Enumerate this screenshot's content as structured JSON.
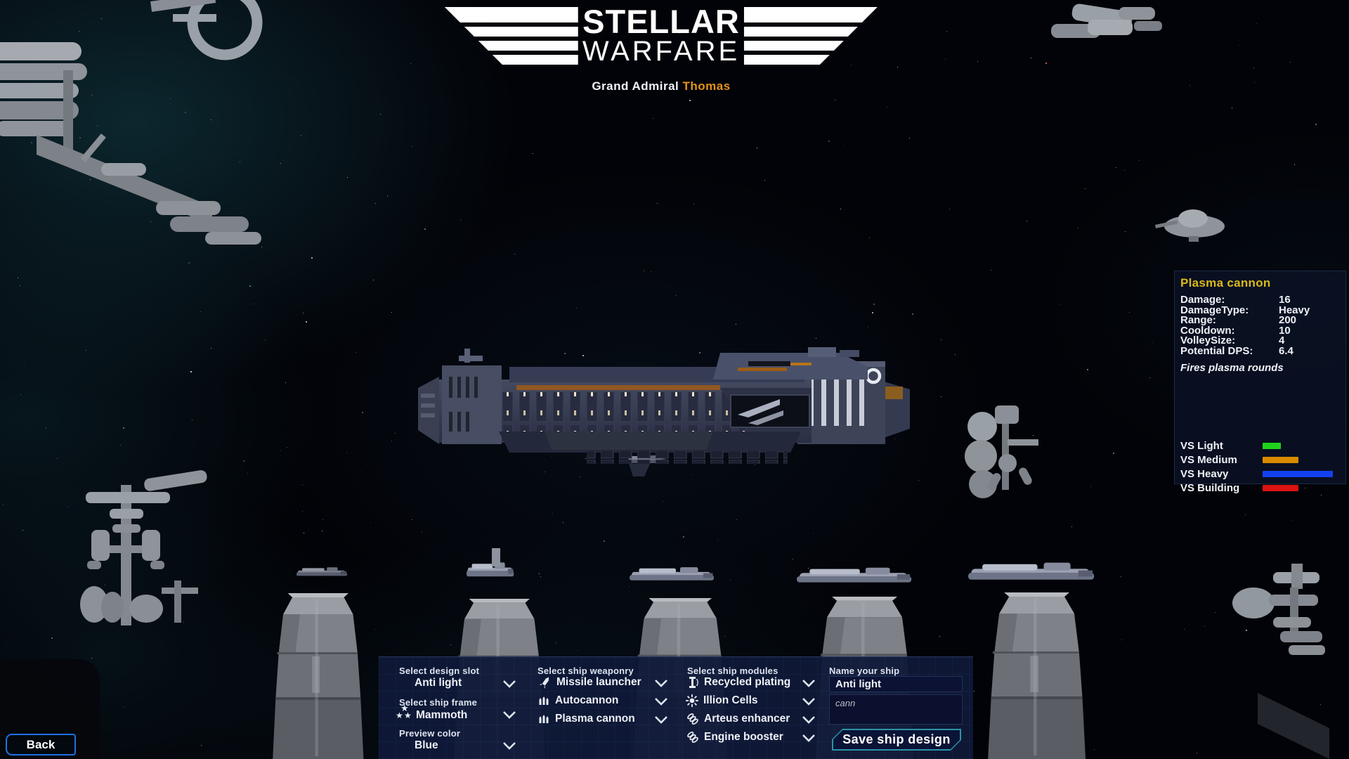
{
  "header": {
    "title_line1": "STELLAR",
    "title_line2": "WARFARE",
    "subtitle_prefix": "Grand Admiral",
    "subtitle_name": "Thomas"
  },
  "weapon_panel": {
    "title": "Plasma cannon",
    "stats": [
      {
        "label": "Damage:",
        "value": "16"
      },
      {
        "label": "DamageType:",
        "value": "Heavy"
      },
      {
        "label": "Range:",
        "value": "200"
      },
      {
        "label": "Cooldown:",
        "value": "10"
      },
      {
        "label": "VolleySize:",
        "value": "4"
      },
      {
        "label": "Potential DPS:",
        "value": "6.4"
      }
    ],
    "flavor": "Fires plasma rounds",
    "effectiveness": [
      {
        "label": "VS Light",
        "color": "#1fd31b",
        "width": 26
      },
      {
        "label": "VS Medium",
        "color": "#d98a00",
        "width": 51
      },
      {
        "label": "VS Heavy",
        "color": "#1441f0",
        "width": 100
      },
      {
        "label": "VS Building",
        "color": "#da1210",
        "width": 51
      }
    ]
  },
  "design_panel": {
    "design_slot": {
      "label": "Select design slot",
      "value": "Anti light"
    },
    "ship_frame": {
      "label": "Select ship frame",
      "value": "Mammoth"
    },
    "preview_color": {
      "label": "Preview color",
      "value": "Blue"
    },
    "weaponry": {
      "label": "Select ship weaponry",
      "items": [
        {
          "name": "Missile launcher",
          "icon": "missile-icon"
        },
        {
          "name": "Autocannon",
          "icon": "bullets-icon"
        },
        {
          "name": "Plasma cannon",
          "icon": "bullets-icon"
        }
      ]
    },
    "modules": {
      "label": "Select ship modules",
      "items": [
        {
          "name": "Recycled plating",
          "icon": "plating-icon"
        },
        {
          "name": "Illion Cells",
          "icon": "cell-icon"
        },
        {
          "name": "Arteus enhancer",
          "icon": "coil-icon"
        },
        {
          "name": "Engine booster",
          "icon": "coil-icon"
        }
      ]
    },
    "naming": {
      "label": "Name your ship",
      "name_value": "Anti light",
      "description_value": "cann",
      "save_label": "Save ship design"
    }
  },
  "back_button": {
    "label": "Back"
  },
  "colors": {
    "accent_gold": "#d9b919",
    "accent_orange": "#e29419",
    "save_border": "#2b93a8",
    "back_border": "#1d71e2"
  }
}
